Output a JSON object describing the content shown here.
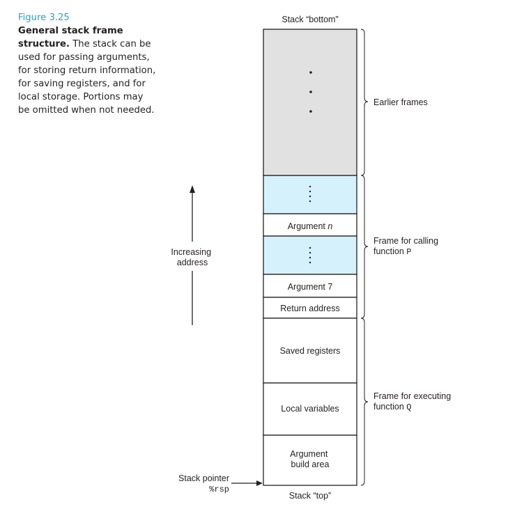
{
  "caption": {
    "figure_label": "Figure 3.25",
    "title": "General stack frame structure.",
    "body": "The stack can be used for passing arguments, for storing return information, for saving registers, and for local storage. Portions may be omitted when not needed."
  },
  "stack": {
    "bottom_label": "Stack “bottom”",
    "top_label": "Stack “top”",
    "cells": {
      "argument_n": "Argument ",
      "argument_n_var": "n",
      "argument_7": "Argument 7",
      "return_address": "Return address",
      "saved_registers": "Saved registers",
      "local_variables": "Local variables",
      "argument_build_line1": "Argument",
      "argument_build_line2": "build area"
    }
  },
  "braces": {
    "earlier_frames": "Earlier frames",
    "calling_line1": "Frame for calling",
    "calling_line2_prefix": "function ",
    "calling_line2_code": "P",
    "executing_line1": "Frame for executing",
    "executing_line2_prefix": "function ",
    "executing_line2_code": "Q"
  },
  "arrow": {
    "line1": "Increasing",
    "line2": "address"
  },
  "stack_pointer": {
    "label": "Stack pointer",
    "register": "%rsp"
  },
  "colors": {
    "earlier_frames_fill": "#e1e1e1",
    "ellipsis_region_fill": "#d5f1fb",
    "caption_accent": "#1fa3d9",
    "line": "#231f20"
  }
}
